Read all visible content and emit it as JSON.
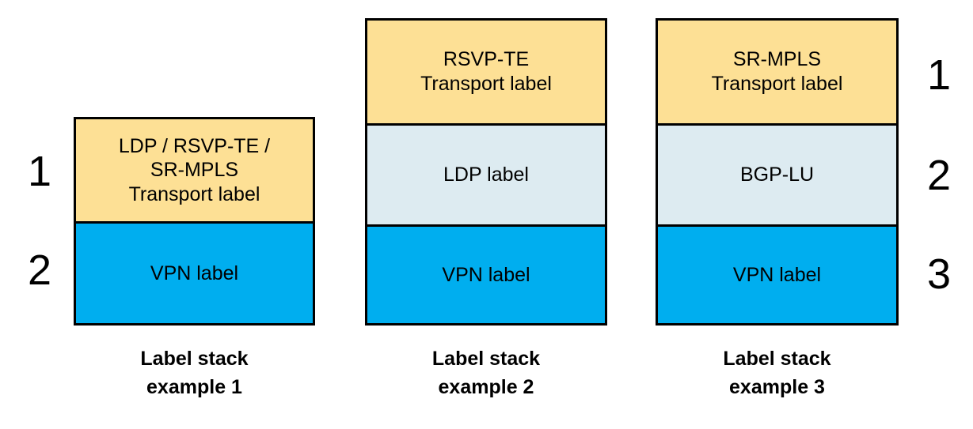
{
  "figure": {
    "background_color": "#FFFFFF",
    "colors": {
      "transport_label": "#FDE095",
      "intermediate_label": "#DDEBF1",
      "vpn_label": "#00AEEF",
      "border": "#000000",
      "text": "#000000"
    }
  },
  "stacks": [
    {
      "id": "example-1",
      "caption": "Label stack\nexample 1",
      "ordinals_side": "left",
      "segments": [
        {
          "text": "LDP / RSVP-TE /\nSR-MPLS\nTransport label",
          "fill": "#FDE095",
          "ordinal": "1"
        },
        {
          "text": "VPN label",
          "fill": "#00AEEF",
          "ordinal": "2"
        }
      ]
    },
    {
      "id": "example-2",
      "caption": "Label stack\nexample 2",
      "ordinals_side": "none",
      "segments": [
        {
          "text": "RSVP-TE\nTransport label",
          "fill": "#FDE095",
          "ordinal": ""
        },
        {
          "text": "LDP label",
          "fill": "#DDEBF1",
          "ordinal": ""
        },
        {
          "text": "VPN label",
          "fill": "#00AEEF",
          "ordinal": ""
        }
      ]
    },
    {
      "id": "example-3",
      "caption": "Label stack\nexample 3",
      "ordinals_side": "right",
      "segments": [
        {
          "text": "SR-MPLS\nTransport label",
          "fill": "#FDE095",
          "ordinal": "1"
        },
        {
          "text": "BGP-LU",
          "fill": "#DDEBF1",
          "ordinal": "2"
        },
        {
          "text": "VPN label",
          "fill": "#00AEEF",
          "ordinal": "3"
        }
      ]
    }
  ]
}
